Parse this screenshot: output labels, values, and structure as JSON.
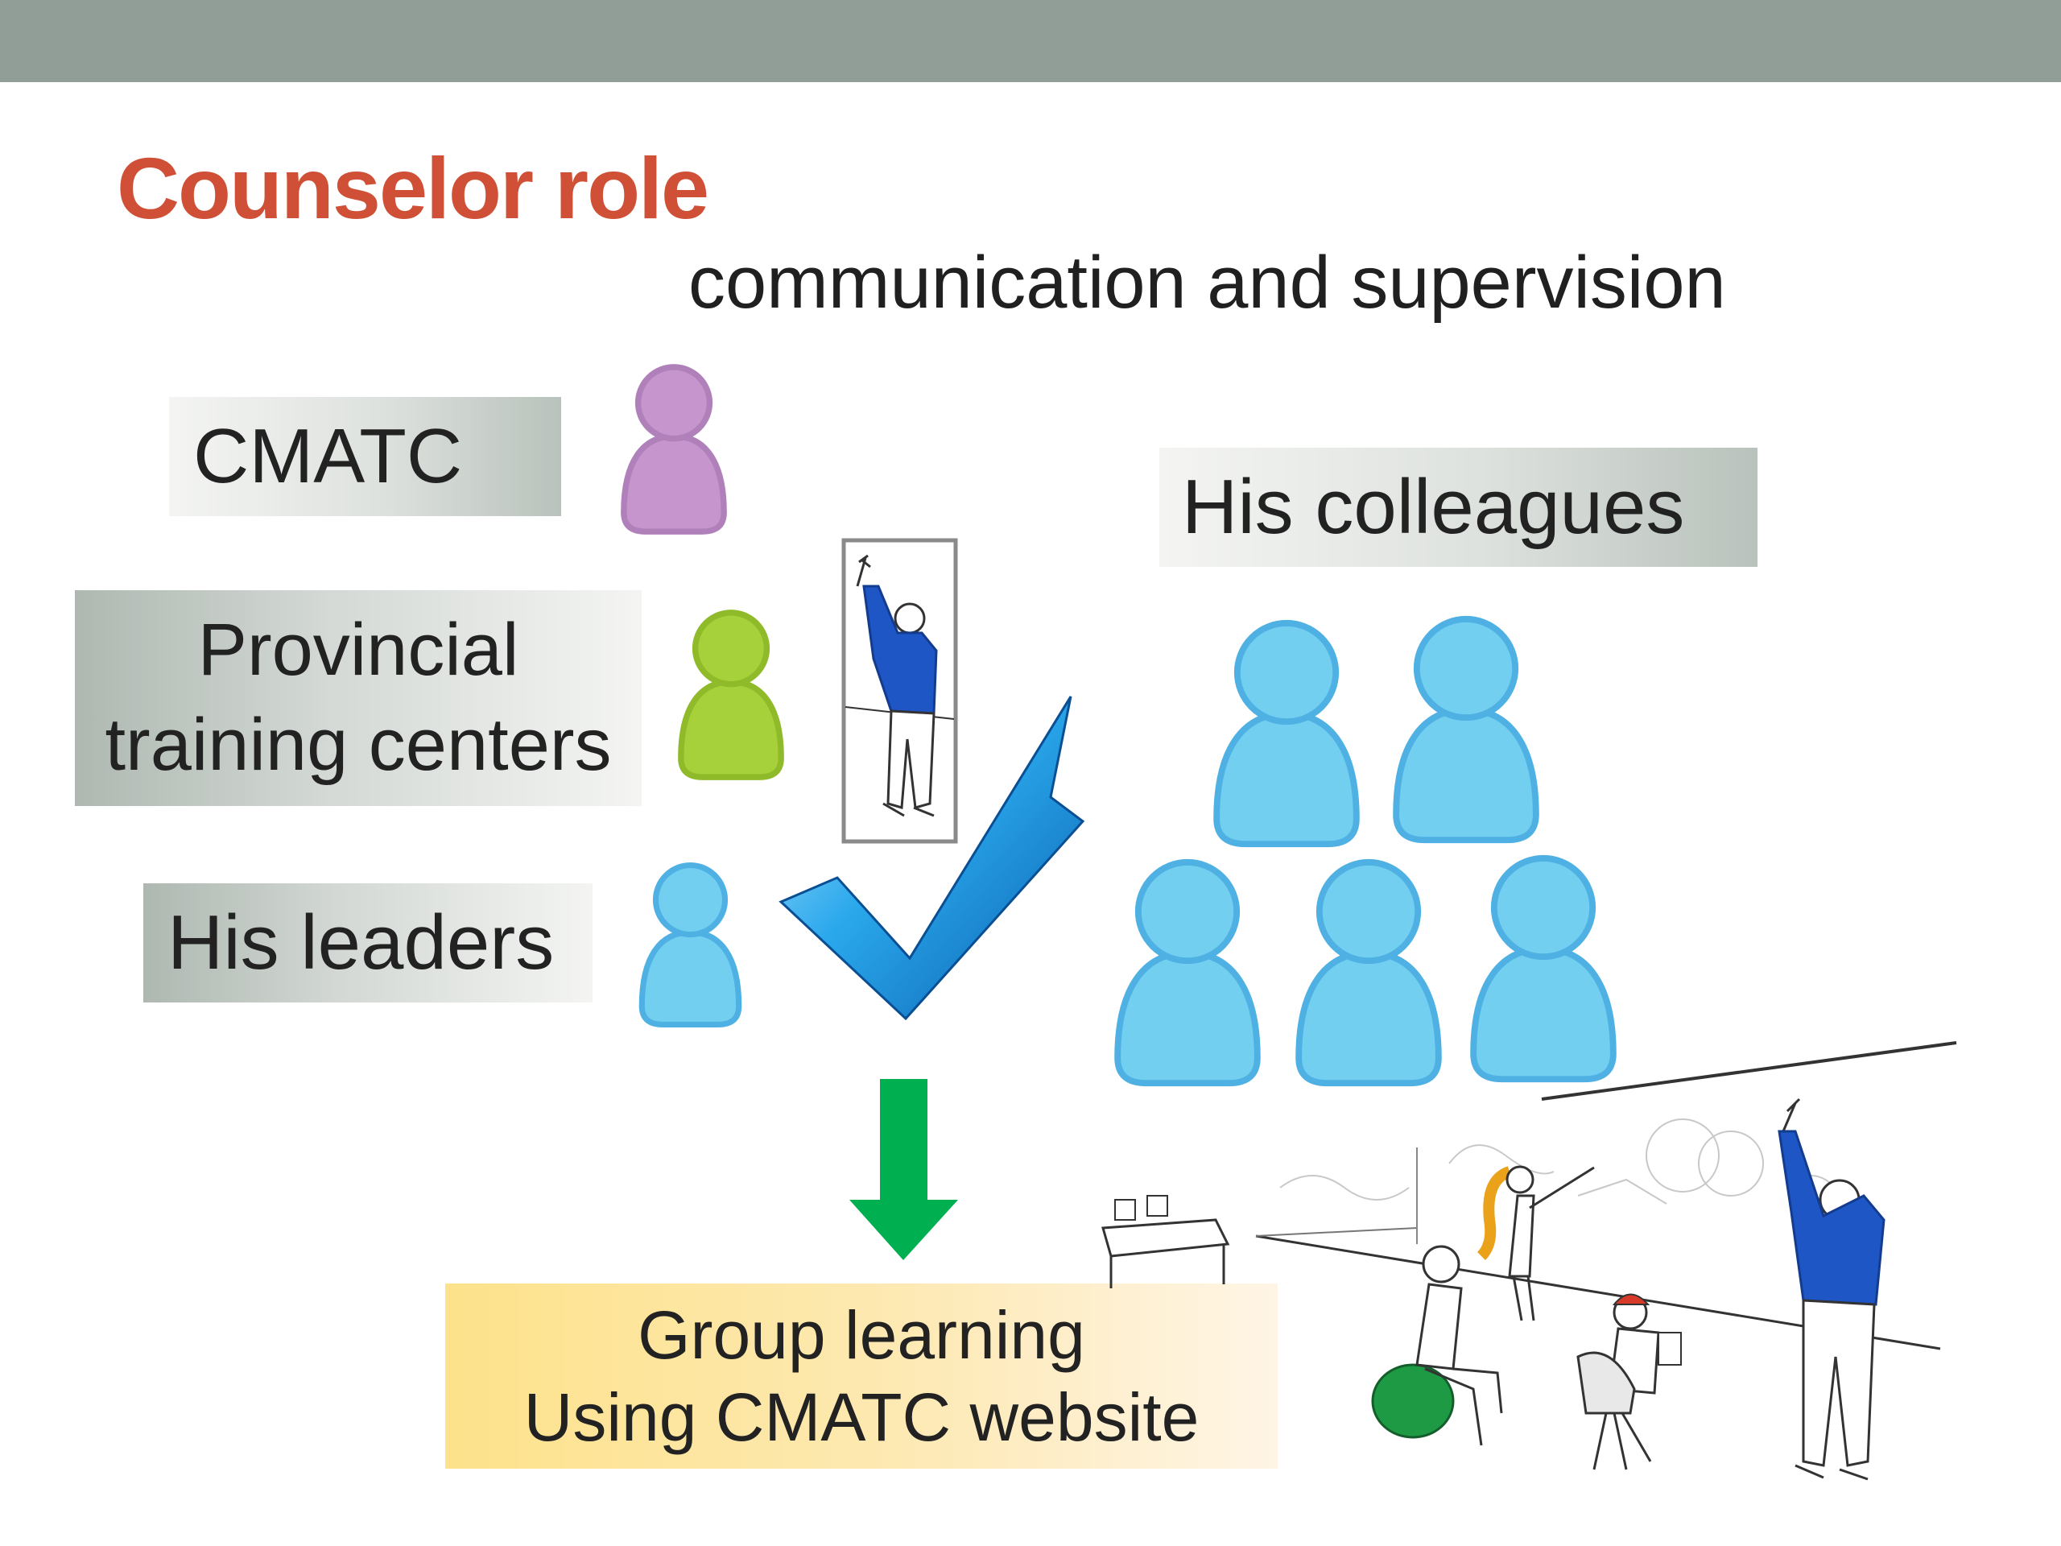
{
  "slide": {
    "title": "Counselor role",
    "subtitle": "communication and supervision"
  },
  "labels": {
    "cmatc": "CMATC",
    "provincial_line1": "Provincial",
    "provincial_line2": "training centers",
    "leaders": "His leaders",
    "colleagues": "His colleagues"
  },
  "result_box": {
    "line1": "Group learning",
    "line2": "Using CMATC website"
  },
  "colors": {
    "top_bar": "#909e97",
    "title": "#cf5036",
    "person_purple": "#c795cd",
    "person_green": "#a6d13b",
    "person_blue": "#73cff0",
    "arrow_green": "#00b050",
    "check_blue": "#1e9be0",
    "result_fill": "#fde28b"
  },
  "icons": {
    "person": "person-icon",
    "check": "checkmark-icon",
    "arrow": "arrow-down-icon"
  }
}
